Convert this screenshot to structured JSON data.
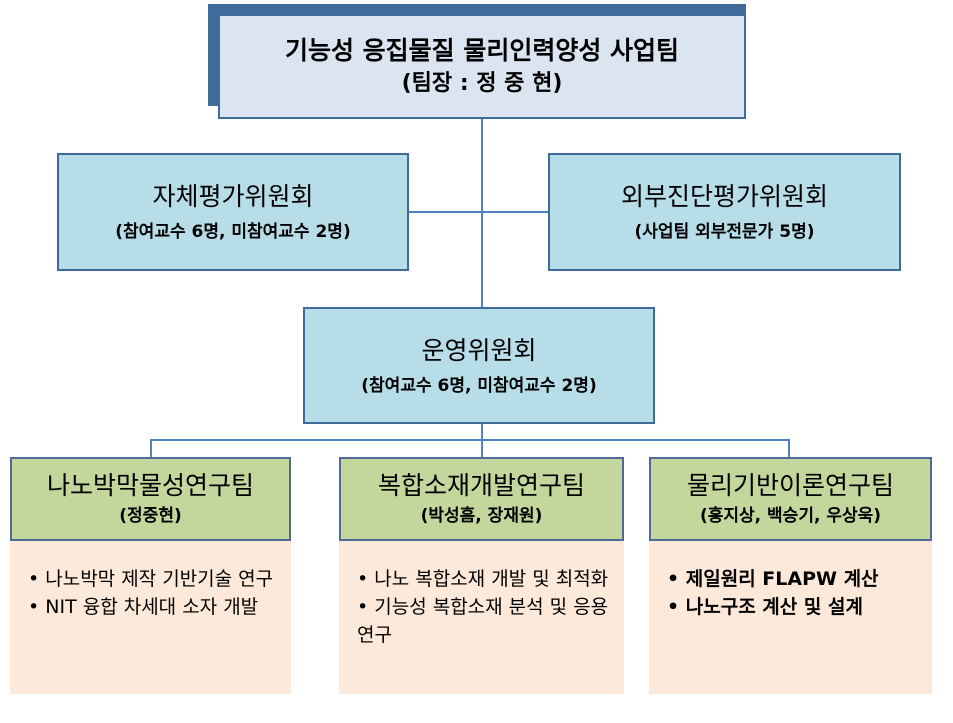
{
  "header": {
    "title": "기능성 응집물질 물리인력양성 사업팀",
    "leader": "(팀장 : 정 중 현)"
  },
  "internal_committee": {
    "title": "자체평가위원회",
    "detail": "(참여교수 6명, 미참여교수 2명)"
  },
  "external_committee": {
    "title": "외부진단평가위원회",
    "detail": "(사업팀 외부전문가 5명)"
  },
  "steering_committee": {
    "title": "운영위원회",
    "detail": "(참여교수 6명, 미참여교수 2명)"
  },
  "teams": [
    {
      "title": "나노박막물성연구팀",
      "members": "(정중현)",
      "tasks": [
        "• 나노박막 제작 기반기술 연구",
        "• NIT 융합 차세대 소자 개발"
      ]
    },
    {
      "title": "복합소재개발연구팀",
      "members": "(박성흠, 장재원)",
      "tasks": [
        "• 나노 복합소재 개발 및 최적화",
        "• 기능성 복합소재 분석 및 응용 연구"
      ]
    },
    {
      "title": "물리기반이론연구팀",
      "members": "(홍지상, 백승기, 우상욱)",
      "tasks": [
        "• 제일원리 FLAPW 계산",
        "• 나노구조 계산 및 설계"
      ]
    }
  ],
  "colors": {
    "connector": "#4f81bd",
    "header_fill": "#dbe5f1",
    "committee_fill": "#b7dde8",
    "team_fill": "#c3d69b",
    "task_fill": "#fde9d9"
  }
}
